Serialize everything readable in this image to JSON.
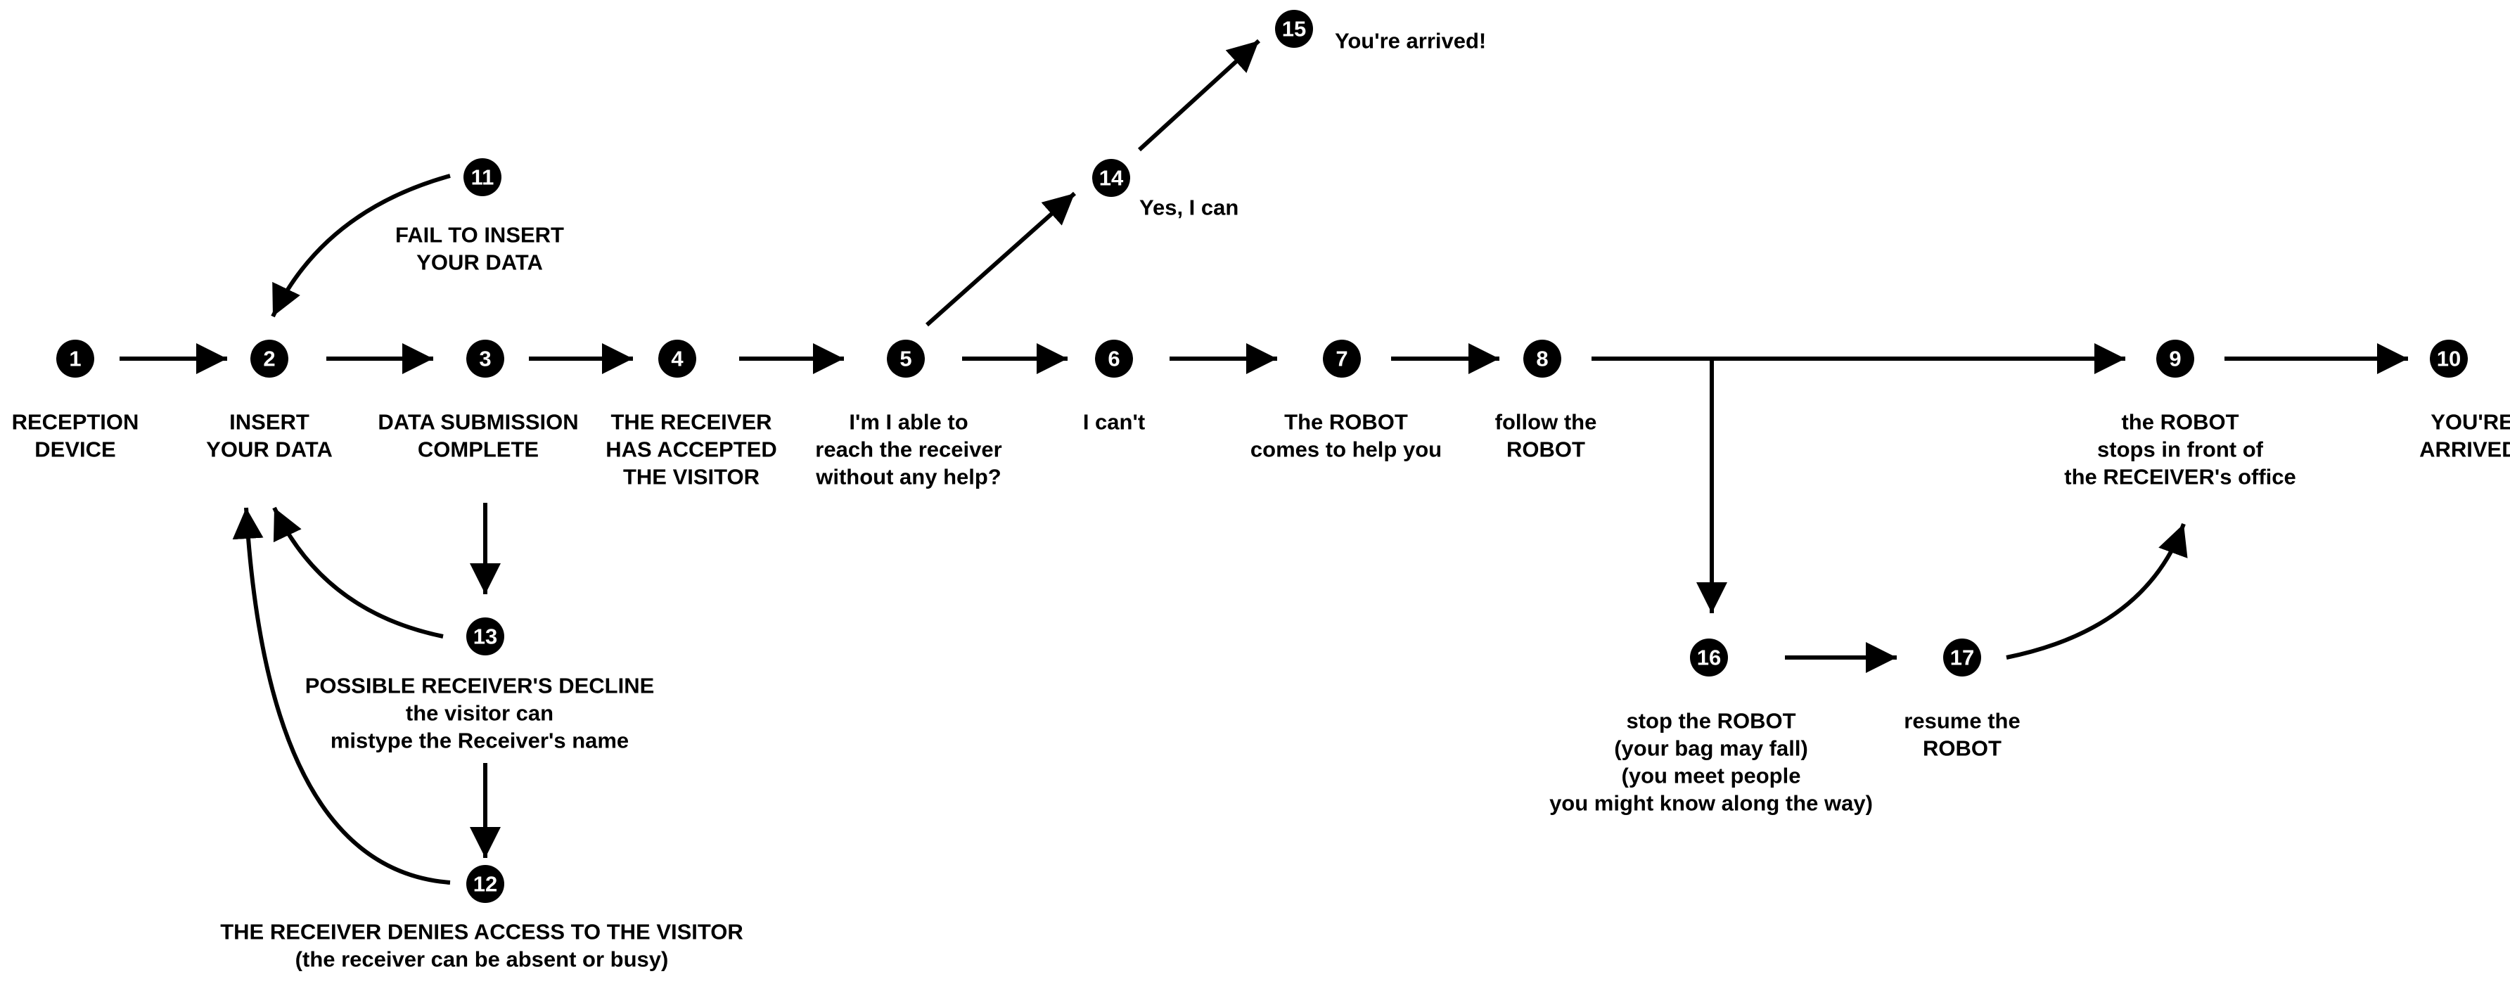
{
  "colors": {
    "node_fill": "#000000",
    "node_text": "#ffffff",
    "line": "#000000",
    "background": "#ffffff"
  },
  "nodes": [
    {
      "id": "1",
      "num": "1",
      "label": [
        "RECEPTION",
        "DEVICE"
      ]
    },
    {
      "id": "2",
      "num": "2",
      "label": [
        "INSERT",
        "YOUR DATA"
      ]
    },
    {
      "id": "3",
      "num": "3",
      "label": [
        "DATA SUBMISSION",
        "COMPLETE"
      ]
    },
    {
      "id": "4",
      "num": "4",
      "label": [
        "THE RECEIVER",
        "HAS ACCEPTED",
        "THE VISITOR"
      ]
    },
    {
      "id": "5",
      "num": "5",
      "label": [
        "I'm I able to",
        "reach the receiver",
        "without any help?"
      ]
    },
    {
      "id": "6",
      "num": "6",
      "label": [
        "I can't"
      ]
    },
    {
      "id": "7",
      "num": "7",
      "label": [
        "The ROBOT",
        "comes to help you"
      ]
    },
    {
      "id": "8",
      "num": "8",
      "label": [
        "follow the",
        "ROBOT"
      ]
    },
    {
      "id": "9",
      "num": "9",
      "label": [
        "the ROBOT",
        "stops in front of",
        "the RECEIVER's office"
      ]
    },
    {
      "id": "10",
      "num": "10",
      "label": [
        "YOU'RE",
        "ARRIVED!"
      ]
    },
    {
      "id": "11",
      "num": "11",
      "label": [
        "FAIL TO INSERT",
        "YOUR DATA"
      ]
    },
    {
      "id": "12",
      "num": "12",
      "label": [
        "THE RECEIVER DENIES ACCESS TO THE VISITOR",
        "(the receiver can be absent or busy)"
      ]
    },
    {
      "id": "13",
      "num": "13",
      "label": [
        "POSSIBLE RECEIVER'S DECLINE",
        "the visitor can",
        "mistype the Receiver's name"
      ]
    },
    {
      "id": "14",
      "num": "14",
      "label": [
        "Yes, I can"
      ]
    },
    {
      "id": "15",
      "num": "15",
      "label": [
        "You're arrived!"
      ]
    },
    {
      "id": "16",
      "num": "16",
      "label": [
        "stop the ROBOT",
        "(your bag may fall)",
        "(you meet people",
        "you might know along the way)"
      ]
    },
    {
      "id": "17",
      "num": "17",
      "label": [
        "resume the",
        "ROBOT"
      ]
    }
  ]
}
